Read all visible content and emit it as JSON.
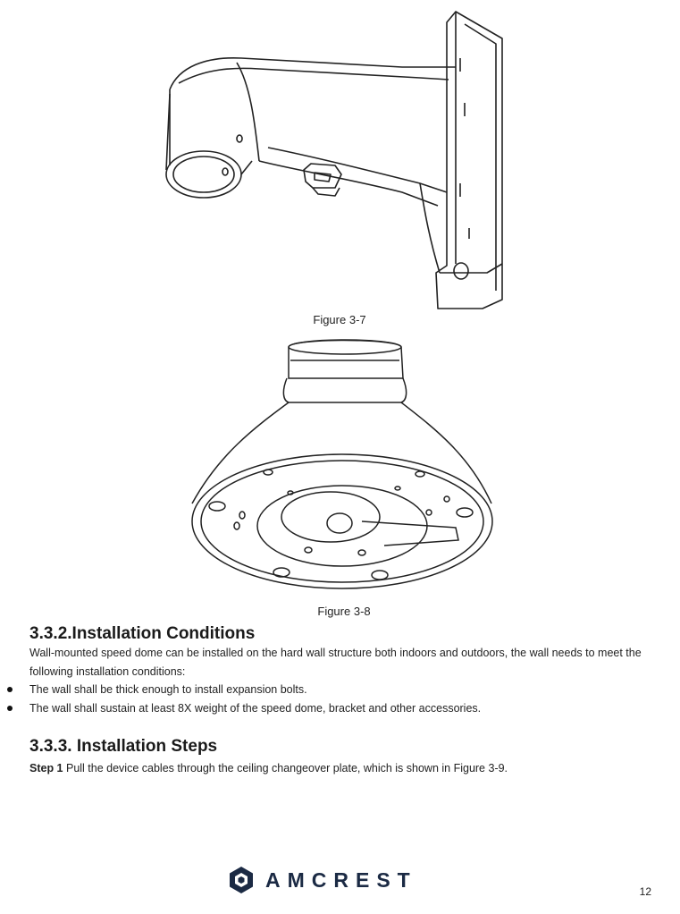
{
  "figures": {
    "fig37_caption": "Figure 3-7",
    "fig38_caption": "Figure 3-8"
  },
  "section_332": {
    "heading": "3.3.2.Installation Conditions",
    "intro": "Wall-mounted speed dome can be installed on the hard wall structure both indoors and outdoors, the wall needs to meet the following installation conditions:",
    "bullets": [
      "The wall shall be thick enough to install expansion bolts.",
      "The wall shall sustain at least 8X weight of the speed dome, bracket and other accessories."
    ]
  },
  "section_333": {
    "heading": "3.3.3. Installation Steps",
    "step_label": "Step 1",
    "step_text": " Pull the device cables through the ceiling changeover plate, which is shown in Figure 3-9."
  },
  "footer": {
    "brand": "AMCREST",
    "page_number": "12",
    "brand_color": "#1b2a44"
  }
}
